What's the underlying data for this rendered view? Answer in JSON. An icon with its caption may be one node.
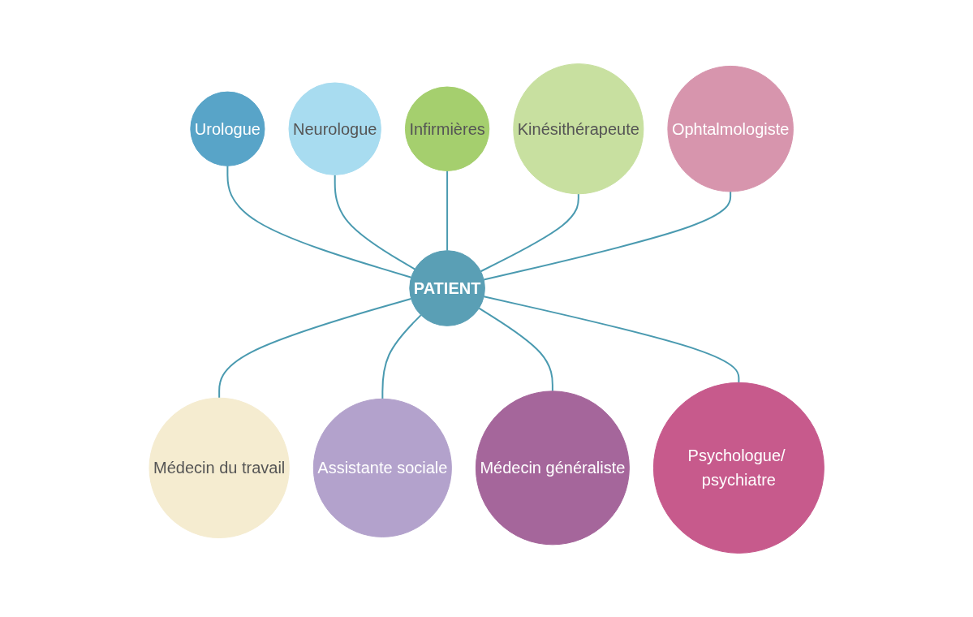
{
  "diagram": {
    "nodes": [
      {
        "text": [
          "Neurologue"
        ]
      },
      {
        "text": [
          "Infirmières"
        ]
      },
      {
        "text": [
          "Urologue"
        ]
      },
      {
        "text": [
          "Kinésithérapeute"
        ]
      },
      {
        "text": [
          "Ophtalmologiste"
        ]
      },
      {
        "text": [
          "PATIENT"
        ]
      },
      {
        "text": [
          "Médecin du travail"
        ]
      },
      {
        "text": [
          "Psychologue/ psychiatre"
        ]
      },
      {
        "text": [
          "Assistante sociale"
        ]
      },
      {
        "text": [
          "Médecin généraliste"
        ]
      }
    ],
    "edges": [
      {
        "from": 2,
        "to": 5,
        "arrow": "none"
      },
      {
        "from": 0,
        "to": 5,
        "arrow": "none"
      },
      {
        "from": 1,
        "to": 5,
        "arrow": "none"
      },
      {
        "from": 3,
        "to": 5,
        "arrow": "none"
      },
      {
        "from": 4,
        "to": 5,
        "arrow": "none"
      },
      {
        "from": 5,
        "to": 6,
        "arrow": "none"
      },
      {
        "from": 5,
        "to": 8,
        "arrow": "none"
      },
      {
        "from": 5,
        "to": 9,
        "arrow": "none"
      },
      {
        "from": 5,
        "to": 7,
        "arrow": "none"
      }
    ]
  }
}
